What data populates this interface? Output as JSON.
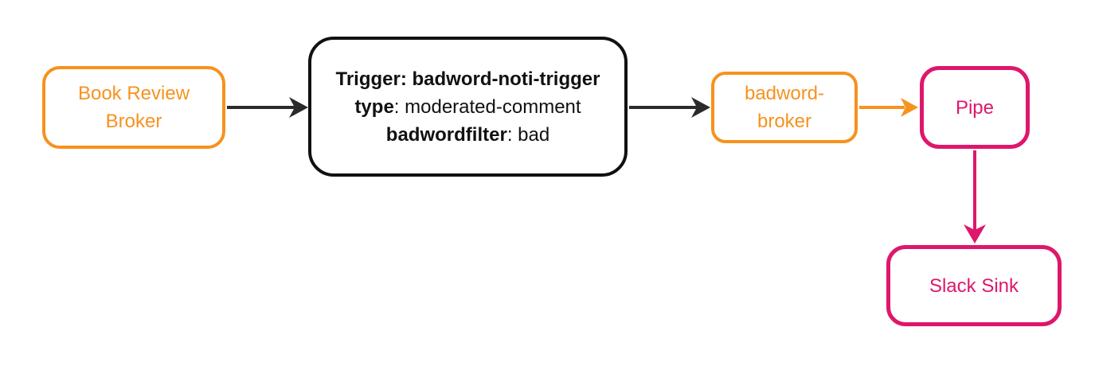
{
  "colors": {
    "orange": "#F6921E",
    "pink": "#DE176C",
    "node-border-dark": "#111111",
    "arrow-dark": "#2B2B2B",
    "background": "#FFFFFF"
  },
  "nodes": {
    "book_review_broker": {
      "label": "Book Review Broker"
    },
    "trigger": {
      "line1": "Trigger: badword-noti-trigger",
      "line2_key": "type",
      "line2_rest": ": moderated-comment",
      "line3_key": "badwordfilter",
      "line3_rest": ": bad"
    },
    "badword_broker": {
      "label": "badword-broker"
    },
    "pipe": {
      "label": "Pipe"
    },
    "slack_sink": {
      "label": "Slack Sink"
    }
  },
  "edges": [
    {
      "from": "book_review_broker",
      "to": "trigger",
      "color": "#2B2B2B"
    },
    {
      "from": "trigger",
      "to": "badword_broker",
      "color": "#2B2B2B"
    },
    {
      "from": "badword_broker",
      "to": "pipe",
      "color": "#F6921E"
    },
    {
      "from": "pipe",
      "to": "slack_sink",
      "color": "#DE176C"
    }
  ]
}
